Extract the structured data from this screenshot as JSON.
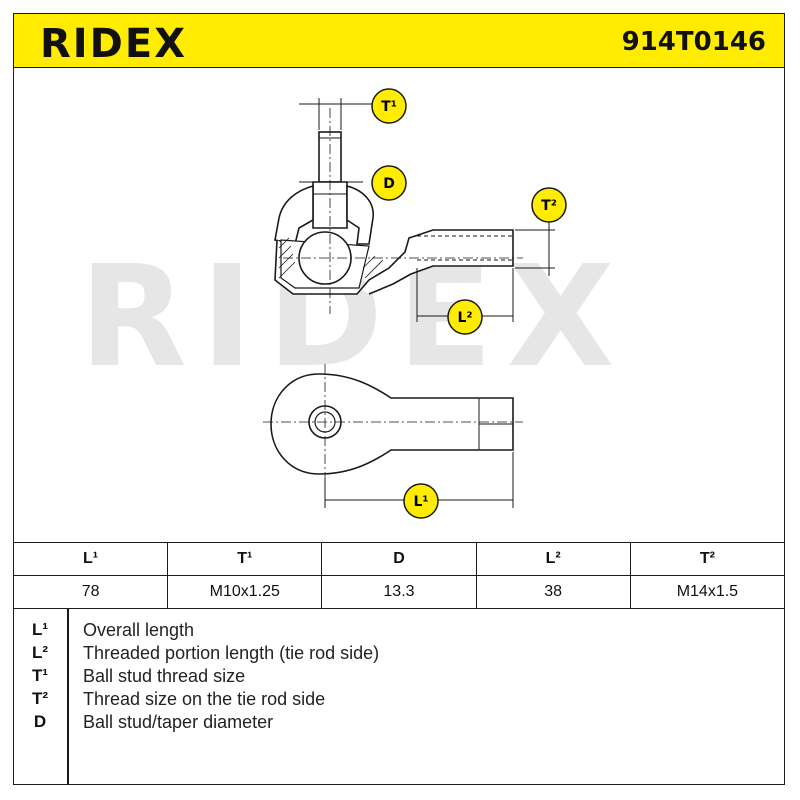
{
  "header": {
    "brand": "RIDEX",
    "part_number": "914T0146"
  },
  "drawing": {
    "watermark": "RIDEX",
    "callouts": {
      "t1": "T¹",
      "d": "D",
      "t2": "T²",
      "l2": "L²",
      "l1": "L¹"
    }
  },
  "table": {
    "headers": [
      "L¹",
      "T¹",
      "D",
      "L²",
      "T²"
    ],
    "values": [
      "78",
      "M10x1.25",
      "13.3",
      "38",
      "M14x1.5"
    ]
  },
  "legend": [
    {
      "key": "L¹",
      "text": "Overall length"
    },
    {
      "key": "L²",
      "text": "Threaded portion length (tie rod side)"
    },
    {
      "key": "T¹",
      "text": "Ball stud thread size"
    },
    {
      "key": "T²",
      "text": "Thread size on the tie rod side"
    },
    {
      "key": "D",
      "text": "Ball stud/taper diameter"
    }
  ],
  "colors": {
    "brand_yellow": "#ffec00",
    "line": "#1a1a1a",
    "watermark": "#e6e6e6"
  }
}
